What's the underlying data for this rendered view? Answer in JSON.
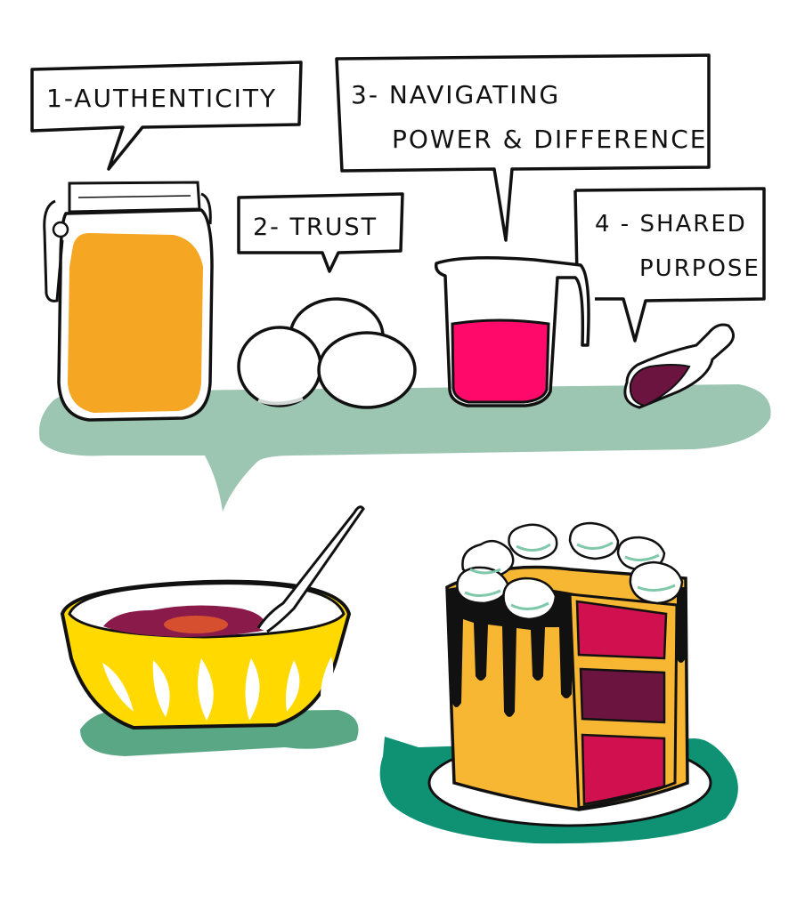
{
  "illustration": {
    "labels": {
      "authenticity": "1-AUTHENTICITY",
      "trust": "2- TRUST",
      "navigating_line1": "3- NAVIGATING",
      "navigating_line2": "POWER & DIFFERENCE",
      "shared_line1": "4 - SHARED",
      "shared_line2": "PURPOSE"
    },
    "ingredients": [
      {
        "name": "jar",
        "concept": "1-AUTHENTICITY"
      },
      {
        "name": "eggs",
        "concept": "2- TRUST"
      },
      {
        "name": "measuring-jug",
        "concept": "3- NAVIGATING POWER & DIFFERENCE"
      },
      {
        "name": "scoop",
        "concept": "4 - SHARED PURPOSE"
      }
    ],
    "colors": {
      "outline": "#111111",
      "honey": "#f5a623",
      "pink_liquid": "#ff0a6a",
      "plum": "#6b1440",
      "counter_green": "#9cc5b2",
      "plate_green": "#0f9274",
      "bowl_yellow": "#ffd900",
      "cake_yellow": "#f7b733",
      "cake_red": "#d0104f",
      "frosting_mint": "#7fc8a9"
    }
  }
}
